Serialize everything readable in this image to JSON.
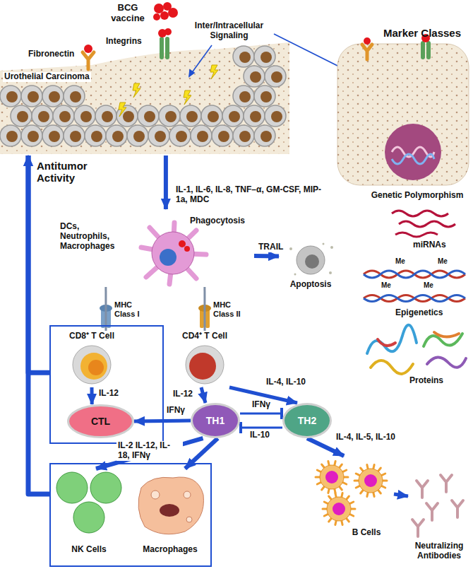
{
  "diagram": {
    "nodes": [
      {
        "text": [
          "Urothelial Carcinoma"
        ]
      },
      {
        "text": [
          "DCs, Neutrophils, Macrophages",
          "Phagocytosis"
        ]
      },
      {
        "text": [
          "Apoptosis"
        ]
      },
      {
        "text": []
      },
      {
        "text": [
          "CD8⁺ T Cell"
        ],
        "in": 3
      },
      {
        "text": [
          "CTL"
        ],
        "in": 3
      },
      {
        "text": [
          "CD4⁺ T Cell"
        ]
      },
      {
        "text": [
          "TH1"
        ]
      },
      {
        "text": [
          "TH2"
        ]
      },
      {
        "text": []
      },
      {
        "text": [
          "NK Cells"
        ],
        "in": 9
      },
      {
        "text": [
          "Macrophages"
        ],
        "in": 9
      },
      {
        "text": [
          "B Cells"
        ]
      },
      {
        "text": [
          "Neutralizing Antibodies"
        ]
      }
    ],
    "edges": [
      {
        "from": 0,
        "to": 1,
        "arrow": "to",
        "label": "IL-1, IL-6, IL-8, TNF–α, GM-CSF, MIP-1a, MDC"
      },
      {
        "from": 1,
        "to": 2,
        "arrow": "to",
        "label": "TRAIL"
      },
      {
        "from": 1,
        "to": 4,
        "arrow": "none"
      },
      {
        "from": 1,
        "to": 6,
        "arrow": "none"
      },
      {
        "from": 4,
        "to": 5,
        "arrow": "to",
        "label": "IL-12"
      },
      {
        "from": 6,
        "to": 7,
        "arrow": "to",
        "label": "IL-12"
      },
      {
        "from": 6,
        "to": 8,
        "arrow": "to",
        "label": "IL-4, IL-10"
      },
      {
        "from": 7,
        "to": 5,
        "arrow": "to",
        "label": "IFNγ"
      },
      {
        "from": 7,
        "to": 8,
        "arrow": "to",
        "label": "IFNγ"
      },
      {
        "from": 8,
        "to": 7,
        "arrow": "to",
        "label": "IL-10"
      },
      {
        "from": 7,
        "to": 10,
        "arrow": "to",
        "label": "IL-2 IL-12, IL-18, IFNγ"
      },
      {
        "from": 7,
        "to": 11,
        "arrow": "to"
      },
      {
        "from": 8,
        "to": 12,
        "arrow": "to",
        "label": "IL-4, IL-5, IL-10"
      },
      {
        "from": 12,
        "to": 13,
        "arrow": "to"
      },
      {
        "from": 3,
        "to": 0,
        "arrow": "to"
      },
      {
        "from": 9,
        "to": 0,
        "arrow": "to"
      }
    ],
    "labels": [
      "BCG vaccine",
      "Integrins",
      "Fibronectin",
      "Inter/Intracellular Signaling",
      "Antitumor Activity",
      "MHC Class I",
      "MHC Class II",
      "Marker Classes",
      "Genetic Polymorphism",
      "miRNAs",
      "Me",
      "Me",
      "Me",
      "Me",
      "Epigenetics",
      "Proteins"
    ]
  }
}
